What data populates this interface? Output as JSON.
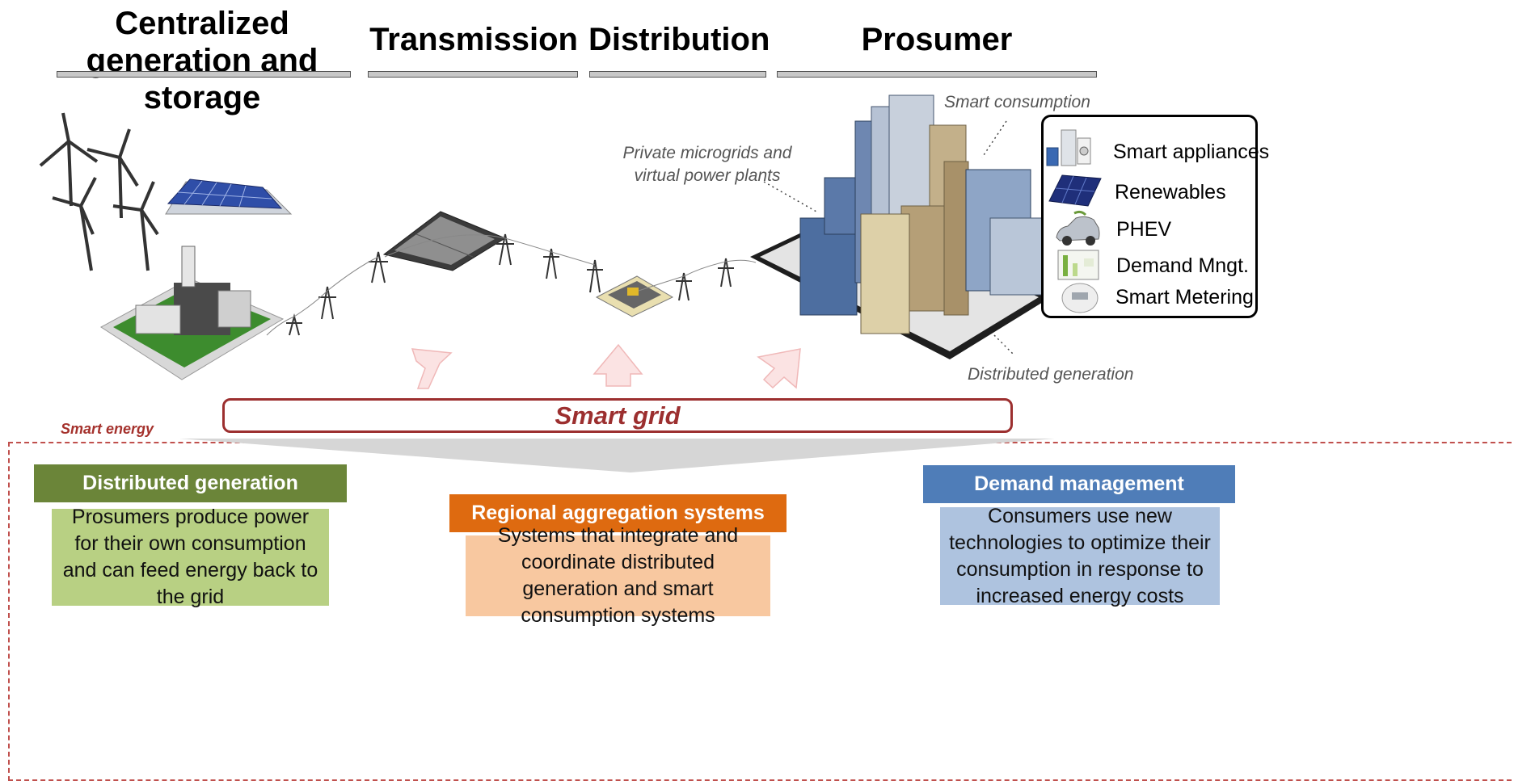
{
  "headers": {
    "centralized": "Centralized generation and storage",
    "transmission": "Transmission",
    "distribution": "Distribution",
    "prosumer": "Prosumer"
  },
  "annotations": {
    "smart_consumption": "Smart consumption",
    "microgrids": "Private microgrids and virtual power plants",
    "distributed_generation": "Distributed generation"
  },
  "legend": {
    "items": [
      "Smart appliances",
      "Renewables",
      "PHEV",
      "Demand Mngt.",
      "Smart Metering"
    ]
  },
  "smart_grid_label": "Smart grid",
  "smart_energy_label": "Smart energy",
  "boxes": {
    "distributed": {
      "title": "Distributed generation",
      "body": "Prosumers produce power for their own consumption and can feed energy back to the grid"
    },
    "regional": {
      "title": "Regional aggregation systems",
      "body": "Systems that integrate and coordinate distributed generation and smart consumption systems"
    },
    "demand": {
      "title": "Demand management",
      "body": "Consumers use new technologies to optimize their consumption in response to increased energy costs"
    }
  },
  "colors": {
    "green_title": "#6b8539",
    "green_body": "#b8d083",
    "orange_title": "#de6a10",
    "orange_body": "#f8c8a0",
    "blue_title": "#4f7db8",
    "blue_body": "#aec3df",
    "smart_grid_red": "#9c2f2f"
  }
}
